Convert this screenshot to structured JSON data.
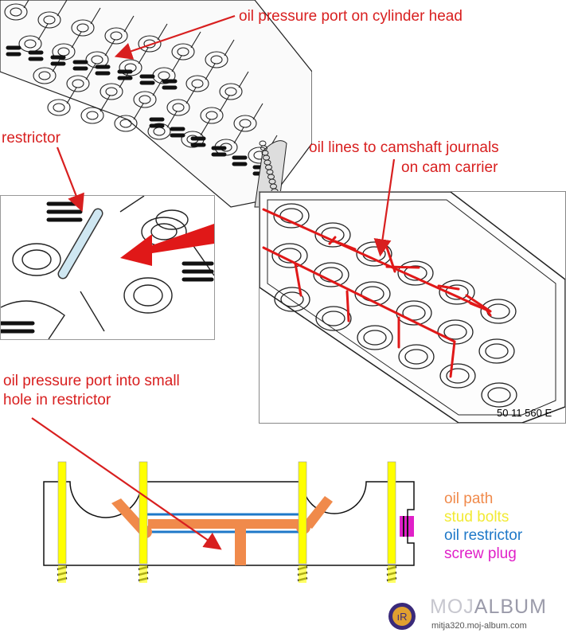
{
  "labels": {
    "top_port": "oil pressure port on cylinder head",
    "restrictor": "restrictor",
    "oil_lines_line1": "oil lines to camshaft journals",
    "oil_lines_line2": "on cam carrier",
    "port_into_line1": "oil pressure port into small",
    "port_into_line2": "hole in restrictor"
  },
  "figure_code": "50 11 560 E",
  "legend": [
    {
      "label": "oil path",
      "color": "#f08a4b"
    },
    {
      "label": "stud bolts",
      "color": "#f2ea33"
    },
    {
      "label": "oil restrictor",
      "color": "#1e78c8"
    },
    {
      "label": "screw plug",
      "color": "#e020c8"
    }
  ],
  "colors": {
    "annotation": "#d81f1f",
    "oil_path": "#f08a4b",
    "stud_bolt": "#ffff00",
    "restrictor": "#1e78c8",
    "screw_plug": "#e020c8"
  },
  "watermark": {
    "logo_icon": "moj-album-logo-icon",
    "brand_a": "MOJ",
    "brand_b": "ALBUM",
    "url": "mitja320.moj-album.com"
  }
}
